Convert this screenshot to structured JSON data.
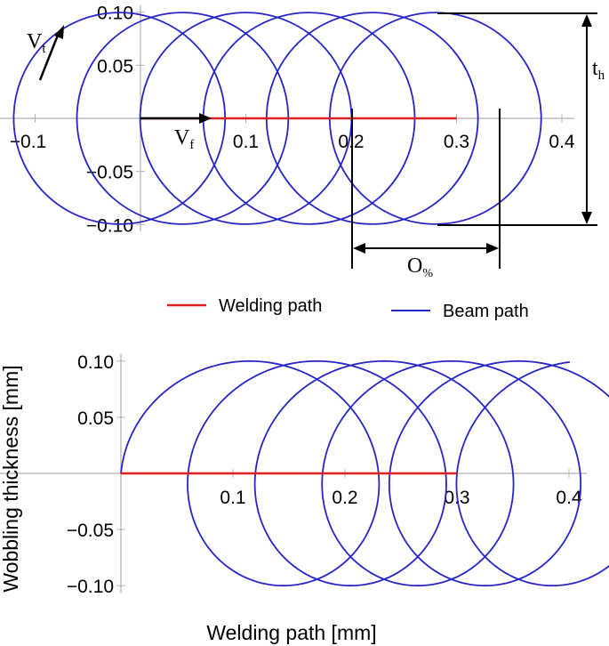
{
  "colors": {
    "welding_path": "#e02020",
    "beam_path": "#2626c8",
    "axis": "#b0b0b0",
    "annotation": "#000000"
  },
  "legend": {
    "welding": "Welding path",
    "beam": "Beam path"
  },
  "annotations": {
    "vt_main": "V",
    "vt_sub": "t",
    "vf_main": "V",
    "vf_sub": "f",
    "th_main": "t",
    "th_sub": "h",
    "overlap_main": "O",
    "overlap_sub": "%"
  },
  "chart_data": [
    {
      "type": "line",
      "title": "",
      "xlabel": "",
      "ylabel": "",
      "xlim": [
        -0.12,
        0.42
      ],
      "ylim": [
        -0.1,
        0.1
      ],
      "xticks": [
        {
          "value": -0.1,
          "label": "−0.1"
        },
        {
          "value": 0.1,
          "label": "0.1"
        },
        {
          "value": 0.2,
          "label": "0.2"
        },
        {
          "value": 0.3,
          "label": "0.3"
        },
        {
          "value": 0.4,
          "label": "0.4"
        }
      ],
      "yticks": [
        {
          "value": 0.1,
          "label": "0.10"
        },
        {
          "value": 0.05,
          "label": "0.05"
        },
        {
          "value": -0.05,
          "label": "−0.05"
        },
        {
          "value": -0.1,
          "label": "−0.10"
        }
      ],
      "series": [
        {
          "kind": "welding",
          "x": [
            0.0,
            0.3
          ],
          "y": [
            0.0,
            0.0
          ]
        },
        {
          "kind": "beam-circles",
          "radius": 0.1,
          "centers_x": [
            -0.02,
            0.04,
            0.1,
            0.16,
            0.22,
            0.28
          ]
        }
      ]
    },
    {
      "type": "line",
      "title": "",
      "xlabel": "Welding path [mm]",
      "ylabel": "Wobbling thickness [mm]",
      "xlim": [
        -0.03,
        0.42
      ],
      "ylim": [
        -0.1,
        0.1
      ],
      "xticks": [
        {
          "value": 0.1,
          "label": "0.1"
        },
        {
          "value": 0.2,
          "label": "0.2"
        },
        {
          "value": 0.3,
          "label": "0.3"
        },
        {
          "value": 0.4,
          "label": "0.4"
        }
      ],
      "yticks": [
        {
          "value": 0.1,
          "label": "0.10"
        },
        {
          "value": 0.05,
          "label": "0.05"
        },
        {
          "value": -0.05,
          "label": "−0.05"
        },
        {
          "value": -0.1,
          "label": "−0.10"
        }
      ],
      "series": [
        {
          "kind": "welding",
          "x": [
            0.0,
            0.3
          ],
          "y": [
            0.0,
            0.0
          ]
        },
        {
          "kind": "beam-spiral",
          "radius": 0.1,
          "x_start": 0.1,
          "x_step_per_turn": 0.06,
          "turns": 5,
          "x_end": 0.4
        }
      ]
    }
  ]
}
